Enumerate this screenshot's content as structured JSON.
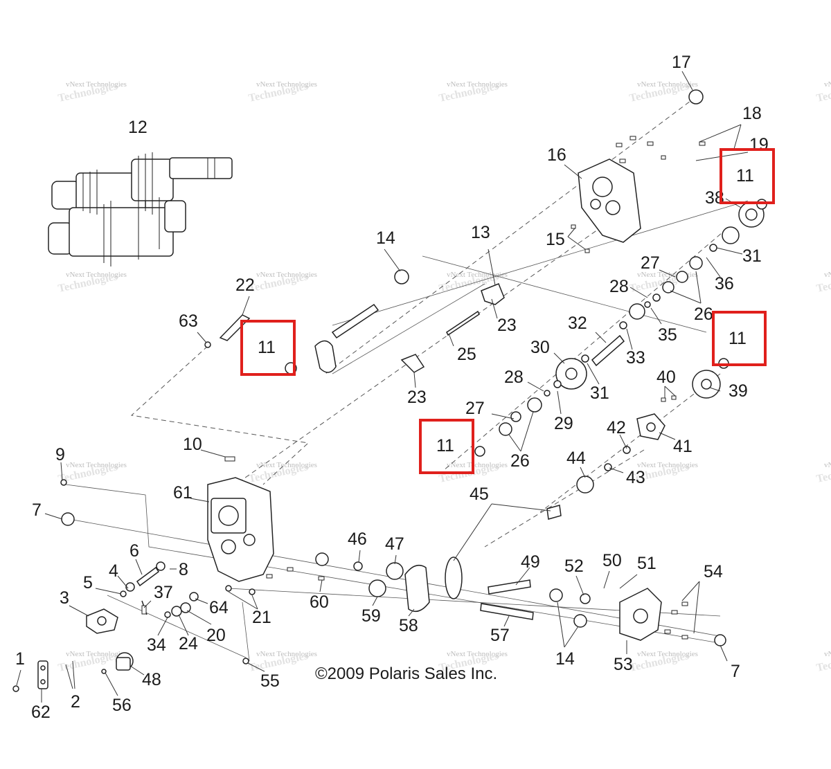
{
  "copyright": "©2009 Polaris Sales Inc.",
  "watermark": {
    "line1": "vNext Technologies",
    "line2": "Technologies"
  },
  "highlight_color": "#e0201c",
  "callouts": {
    "c1": "1",
    "c2": "2",
    "c3": "3",
    "c4": "4",
    "c5": "5",
    "c6": "6",
    "c7": "7",
    "c8": "8",
    "c9": "9",
    "c10": "10",
    "c11": "11",
    "c12": "12",
    "c13": "13",
    "c14": "14",
    "c15": "15",
    "c16": "16",
    "c17": "17",
    "c18": "18",
    "c19": "19",
    "c20": "20",
    "c21": "21",
    "c22": "22",
    "c23": "23",
    "c24": "24",
    "c25": "25",
    "c26": "26",
    "c27": "27",
    "c28": "28",
    "c29": "29",
    "c30": "30",
    "c31": "31",
    "c32": "32",
    "c33": "33",
    "c34": "34",
    "c35": "35",
    "c36": "36",
    "c37": "37",
    "c38": "38",
    "c39": "39",
    "c40": "40",
    "c41": "41",
    "c42": "42",
    "c43": "43",
    "c44": "44",
    "c45": "45",
    "c46": "46",
    "c47": "47",
    "c48": "48",
    "c49": "49",
    "c50": "50",
    "c51": "51",
    "c52": "52",
    "c53": "53",
    "c54": "54",
    "c55": "55",
    "c56": "56",
    "c57": "57",
    "c58": "58",
    "c59": "59",
    "c60": "60",
    "c61": "61",
    "c62": "62",
    "c63": "63",
    "c64": "64"
  }
}
